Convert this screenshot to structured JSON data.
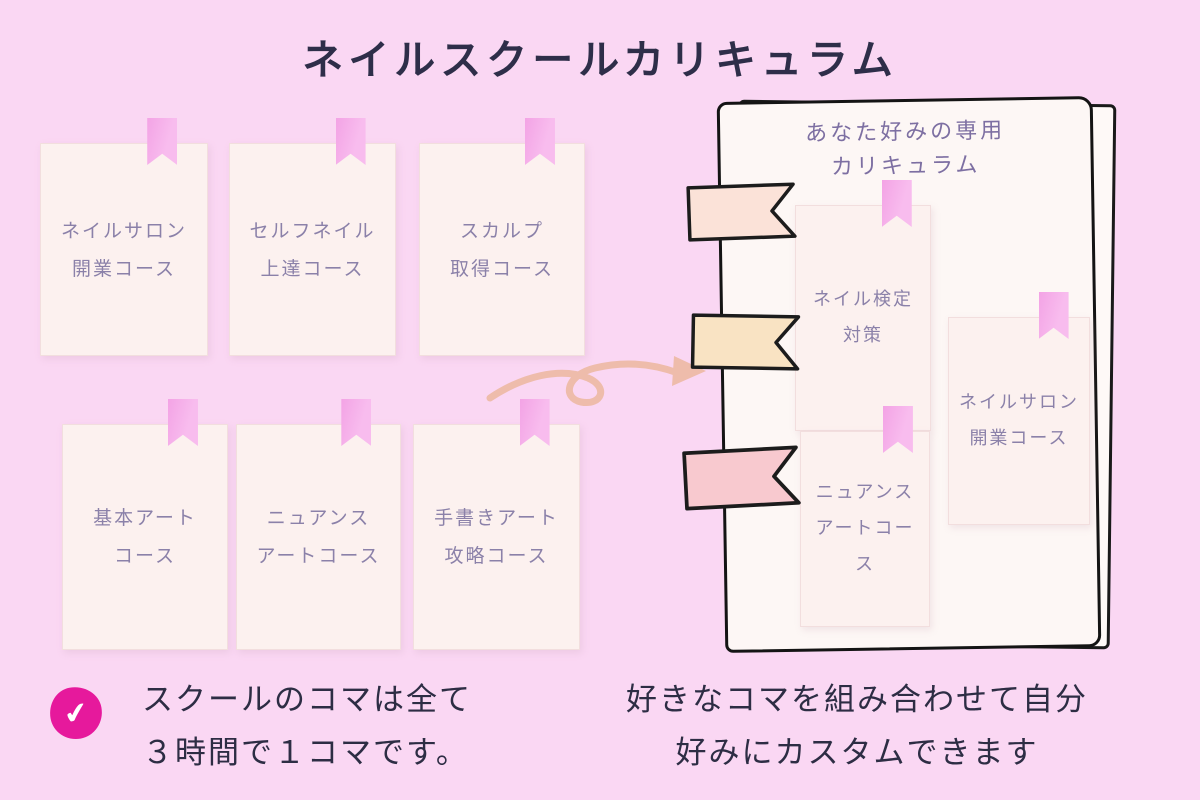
{
  "page": {
    "title": "ネイルスクールカリキュラム",
    "bg_color": "#fad7f3"
  },
  "courses": [
    {
      "label": "ネイルサロン\n開業コース"
    },
    {
      "label": "セルフネイル\n上達コース"
    },
    {
      "label": "スカルプ\n取得コース"
    },
    {
      "label": "基本アート\nコース"
    },
    {
      "label": "ニュアンス\nアートコース"
    },
    {
      "label": "手書きアート\n攻略コース"
    }
  ],
  "notebook": {
    "title": "あなた好みの専用\nカリキュラム",
    "cards": [
      {
        "label": "ネイル検定\n対策"
      },
      {
        "label": "ネイルサロン\n開業コース"
      },
      {
        "label": "ニュアンス\nアートコー\nス"
      }
    ],
    "flags": [
      {
        "color": "#fbe2d8"
      },
      {
        "color": "#f9e3c3"
      },
      {
        "color": "#f8c9cf"
      }
    ]
  },
  "notes": {
    "left": "スクールのコマは全て\n３時間で１コマです。",
    "right": "好きなコマを組み合わせて自分\n好みにカスタムできます"
  },
  "icons": {
    "check": "✔"
  },
  "colors": {
    "check_badge": "#e6199c",
    "ribbon_pink": "#f6aee9",
    "arrow": "#eebcab",
    "card_text": "#8b81a9",
    "heading_text": "#2e2e49",
    "notebook_text": "#7d6fa2"
  }
}
